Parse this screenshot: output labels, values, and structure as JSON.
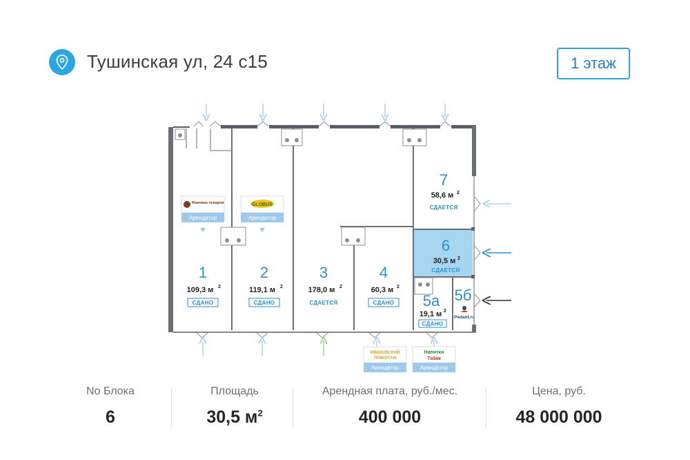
{
  "header": {
    "address": "Тушинская ул, 24 с15",
    "floor_button": "1 этаж",
    "location_icon": "map-pin-icon"
  },
  "plan": {
    "units": [
      {
        "id": "1",
        "area": "109,3 м",
        "status": "СДАНО",
        "tenant": "Арендатор",
        "logo": "Маковка пекарня"
      },
      {
        "id": "2",
        "area": "119,1 м",
        "status": "СДАНО",
        "tenant": "Арендатор",
        "logo": "GLOBUS"
      },
      {
        "id": "3",
        "area": "178,0 м",
        "status": "СДАЕТСЯ"
      },
      {
        "id": "4",
        "area": "60,3 м",
        "status": "СДАНО",
        "tenant": "Арендатор",
        "logo": "ИВАНОВСКИЙ ТРИКОТАЖ"
      },
      {
        "id": "5а",
        "area": "19,1 м",
        "status": "СДАНО",
        "tenant": "Арендатор",
        "logo": "Напитки Табак"
      },
      {
        "id": "5б",
        "logo": "Pedant.ru"
      },
      {
        "id": "6",
        "area": "30,5 м",
        "status": "СДАЕТСЯ",
        "selected": true
      },
      {
        "id": "7",
        "area": "58,6 м",
        "status": "СДАЕТСЯ"
      }
    ],
    "sup": "2",
    "colors": {
      "accent": "#2aa6e0",
      "selected_fill": "#a6d6f2",
      "wall": "#5a5f66",
      "arrow_light": "#9dd0ec",
      "arrow_dark": "#2b2f36",
      "tenant_box": "#9dc9ec"
    }
  },
  "stats": {
    "block_label": "No Блока",
    "block_value": "6",
    "area_label": "Площадь",
    "area_value": "30,5 м",
    "area_sup": "2",
    "rent_label": "Арендная плата, руб./мес.",
    "rent_value": "400 000",
    "price_label": "Цена, руб.",
    "price_value": "48 000 000"
  }
}
